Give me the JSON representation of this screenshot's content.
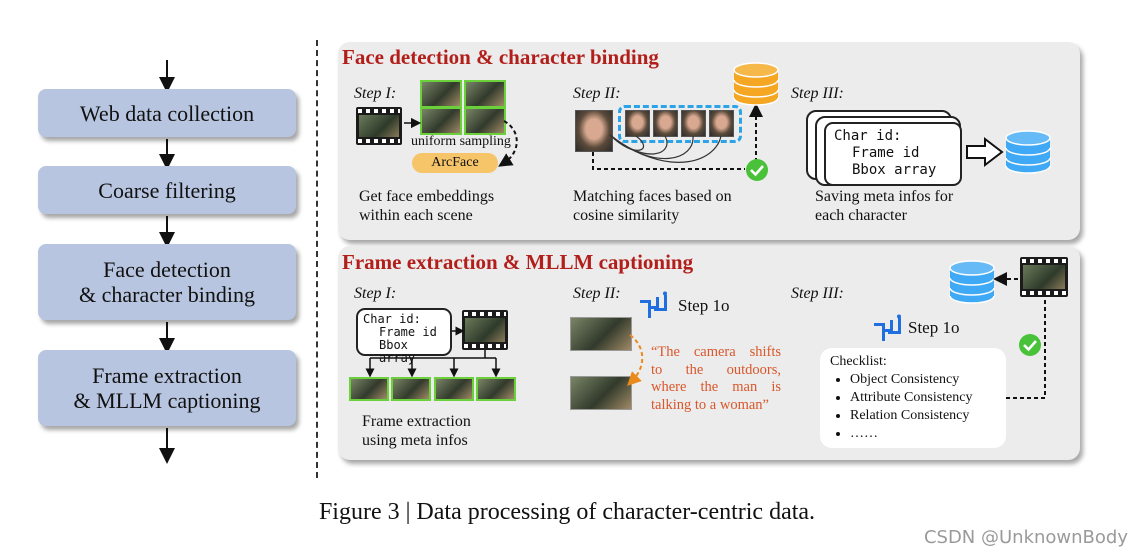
{
  "pipeline": [
    {
      "lines": [
        "Web data collection"
      ]
    },
    {
      "lines": [
        "Coarse filtering"
      ]
    },
    {
      "lines": [
        "Face detection",
        "& character binding"
      ]
    },
    {
      "lines": [
        "Frame extraction",
        "& MLLM captioning"
      ]
    }
  ],
  "panel1": {
    "title": "Face detection & character binding",
    "step1": {
      "label": "Step I:",
      "sampling": "uniform sampling",
      "arcface": "ArcFace",
      "caption": [
        "Get face embeddings",
        "within each scene"
      ]
    },
    "step2": {
      "label": "Step II:",
      "caption": [
        "Matching faces based on",
        "cosine similarity"
      ]
    },
    "step3": {
      "label": "Step III:",
      "meta": [
        "Char id:",
        "Frame id",
        "Bbox array"
      ],
      "caption": [
        "Saving meta infos for",
        "each character"
      ]
    }
  },
  "panel2": {
    "title": "Frame extraction & MLLM captioning",
    "step1": {
      "label": "Step I:",
      "meta": [
        "Char id:",
        "Frame id",
        "Bbox array"
      ],
      "caption": [
        "Frame extraction",
        "using meta infos"
      ]
    },
    "step2": {
      "label": "Step II:",
      "model": "Step 1o",
      "quote": [
        "“The camera shifts",
        "to the outdoors,",
        "where the man is",
        "talking to a woman”"
      ]
    },
    "step3": {
      "label": "Step III:",
      "model": "Step 1o",
      "checklist_title": "Checklist:",
      "checklist": [
        "Object Consistency",
        "Attribute Consistency",
        "Relation Consistency",
        "……"
      ]
    }
  },
  "caption": "Figure 3 | Data processing of character-centric data.",
  "watermark": "CSDN @UnknownBody",
  "colors": {
    "box": "#b7c5e0",
    "panel": "#ececec",
    "title": "#b21f1a",
    "quote": "#d9572b",
    "highlight_green": "#6bd13a",
    "dashed_blue": "#2aa3e8",
    "db_orange": "#f5a623",
    "db_blue": "#3fa9f5",
    "check_green": "#49c23a"
  }
}
